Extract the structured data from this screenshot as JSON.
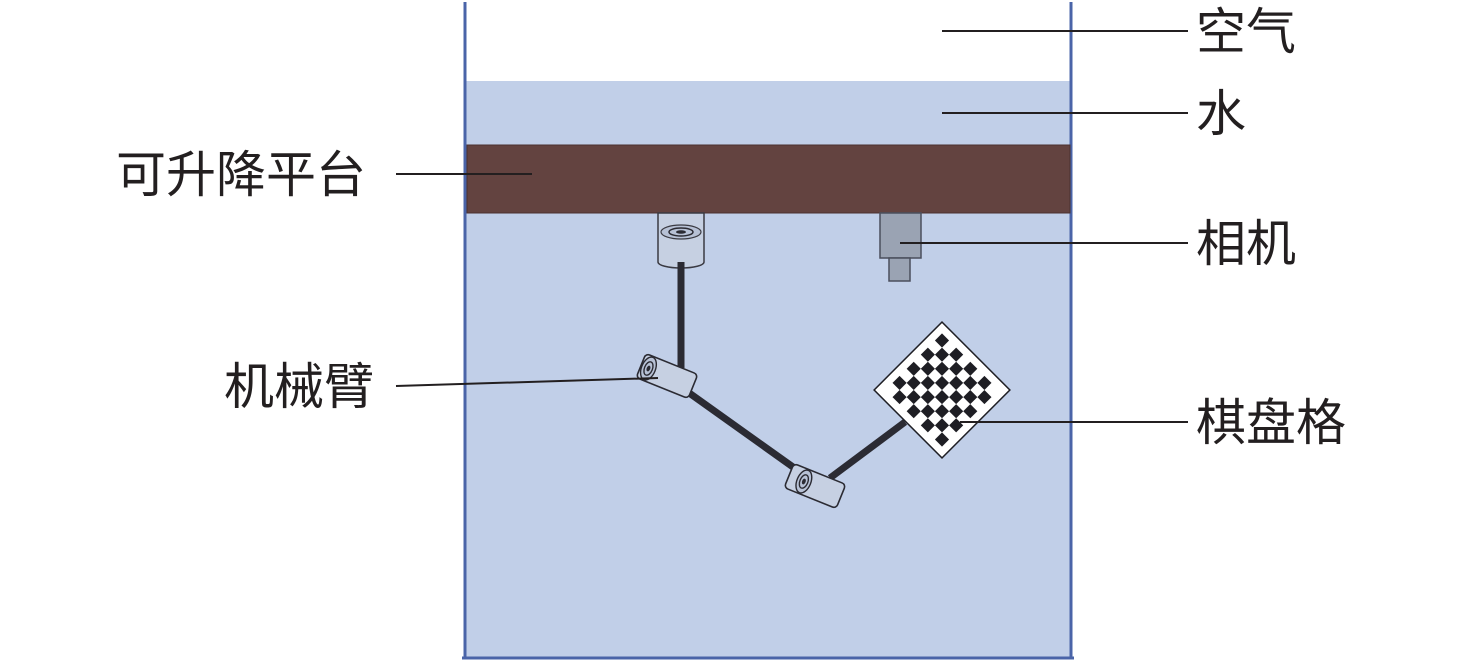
{
  "labels": {
    "air": "空气",
    "water": "水",
    "platform": "可升降平台",
    "camera": "相机",
    "robot_arm": "机械臂",
    "checkerboard": "棋盘格"
  },
  "colors": {
    "tank_wall": "#4a64a8",
    "water": "#c1cfe8",
    "platform": "#634340",
    "camera_body": "#9aa3b3",
    "arm_link": "#2b2b33",
    "checker_dark": "#1e1e24",
    "label_text": "#231f20"
  },
  "checkerboard": {
    "rows": 8,
    "cols": 8
  }
}
